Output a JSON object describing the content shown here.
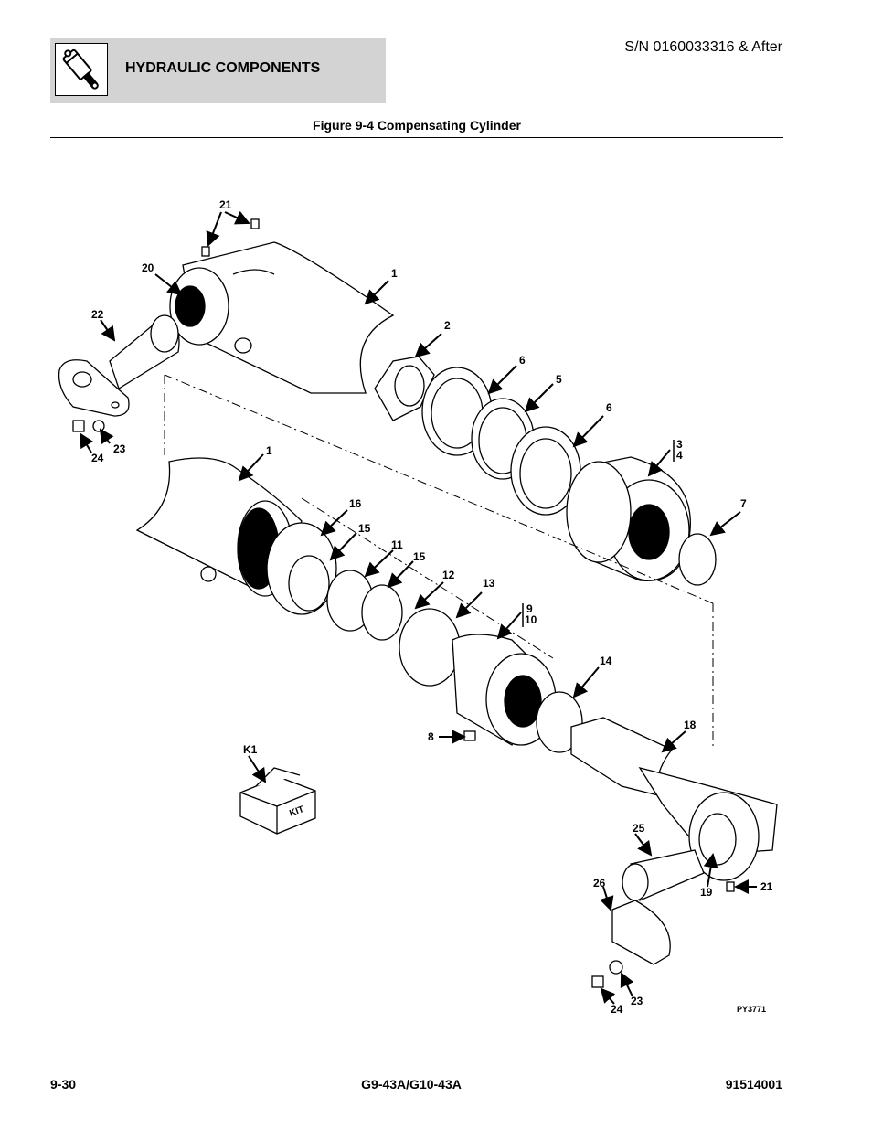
{
  "header": {
    "section_title": "HYDRAULIC COMPONENTS",
    "serial": "S/N 0160033316 & After",
    "figure_title": "Figure 9-4 Compensating Cylinder",
    "icon": "hydraulic-cylinder-icon"
  },
  "callouts": [
    "21",
    "20",
    "22",
    "1",
    "2",
    "6",
    "5",
    "6",
    "3",
    "4",
    "24",
    "23",
    "1",
    "16",
    "15",
    "11",
    "15",
    "12",
    "13",
    "9",
    "10",
    "7",
    "14",
    "8",
    "18",
    "K1",
    "25",
    "26",
    "19",
    "21",
    "24",
    "23"
  ],
  "kit_label": "KIT",
  "drawing_number": "PY3771",
  "footer": {
    "page": "9-30",
    "model": "G9-43A/G10-43A",
    "part_number": "91514001"
  }
}
